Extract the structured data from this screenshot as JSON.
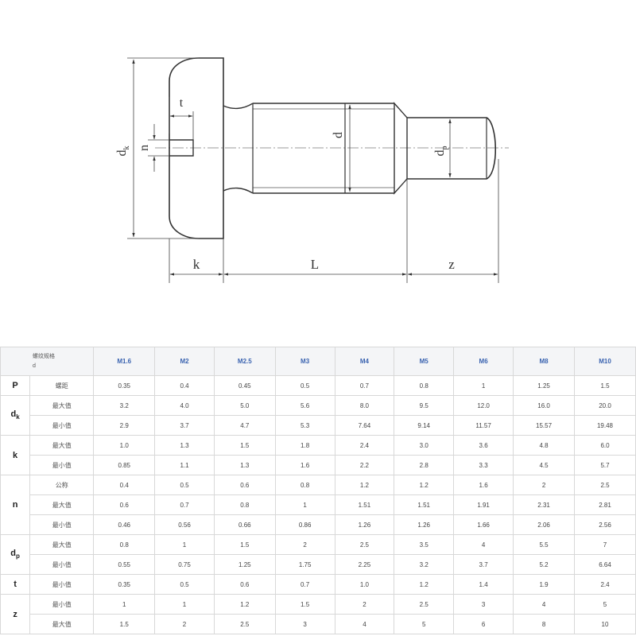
{
  "drawing": {
    "labels": {
      "dk": "d",
      "dk_sub": "k",
      "n": "n",
      "t": "t",
      "d": "d",
      "dp": "d",
      "dp_sub": "p",
      "k": "k",
      "L": "L",
      "z": "z"
    }
  },
  "table": {
    "header": {
      "line1": "螺纹规格",
      "line2": "d",
      "sizes": [
        "M1.6",
        "M2",
        "M2.5",
        "M3",
        "M4",
        "M5",
        "M6",
        "M8",
        "M10"
      ]
    },
    "groups": [
      {
        "param": "P",
        "param_sub": "",
        "rows": [
          {
            "label": "螺距",
            "values": [
              "0.35",
              "0.4",
              "0.45",
              "0.5",
              "0.7",
              "0.8",
              "1",
              "1.25",
              "1.5"
            ]
          }
        ]
      },
      {
        "param": "d",
        "param_sub": "k",
        "rows": [
          {
            "label": "最大值",
            "values": [
              "3.2",
              "4.0",
              "5.0",
              "5.6",
              "8.0",
              "9.5",
              "12.0",
              "16.0",
              "20.0"
            ]
          },
          {
            "label": "最小值",
            "values": [
              "2.9",
              "3.7",
              "4.7",
              "5.3",
              "7.64",
              "9.14",
              "11.57",
              "15.57",
              "19.48"
            ]
          }
        ]
      },
      {
        "param": "k",
        "param_sub": "",
        "rows": [
          {
            "label": "最大值",
            "values": [
              "1.0",
              "1.3",
              "1.5",
              "1.8",
              "2.4",
              "3.0",
              "3.6",
              "4.8",
              "6.0"
            ]
          },
          {
            "label": "最小值",
            "values": [
              "0.85",
              "1.1",
              "1.3",
              "1.6",
              "2.2",
              "2.8",
              "3.3",
              "4.5",
              "5.7"
            ]
          }
        ]
      },
      {
        "param": "n",
        "param_sub": "",
        "rows": [
          {
            "label": "公称",
            "values": [
              "0.4",
              "0.5",
              "0.6",
              "0.8",
              "1.2",
              "1.2",
              "1.6",
              "2",
              "2.5"
            ]
          },
          {
            "label": "最大值",
            "values": [
              "0.6",
              "0.7",
              "0.8",
              "1",
              "1.51",
              "1.51",
              "1.91",
              "2.31",
              "2.81"
            ]
          },
          {
            "label": "最小值",
            "values": [
              "0.46",
              "0.56",
              "0.66",
              "0.86",
              "1.26",
              "1.26",
              "1.66",
              "2.06",
              "2.56"
            ]
          }
        ]
      },
      {
        "param": "d",
        "param_sub": "p",
        "rows": [
          {
            "label": "最大值",
            "values": [
              "0.8",
              "1",
              "1.5",
              "2",
              "2.5",
              "3.5",
              "4",
              "5.5",
              "7"
            ]
          },
          {
            "label": "最小值",
            "values": [
              "0.55",
              "0.75",
              "1.25",
              "1.75",
              "2.25",
              "3.2",
              "3.7",
              "5.2",
              "6.64"
            ]
          }
        ]
      },
      {
        "param": "t",
        "param_sub": "",
        "rows": [
          {
            "label": "最小值",
            "values": [
              "0.35",
              "0.5",
              "0.6",
              "0.7",
              "1.0",
              "1.2",
              "1.4",
              "1.9",
              "2.4"
            ]
          }
        ]
      },
      {
        "param": "z",
        "param_sub": "",
        "rows": [
          {
            "label": "最小值",
            "values": [
              "1",
              "1",
              "1.2",
              "1.5",
              "2",
              "2.5",
              "3",
              "4",
              "5"
            ]
          },
          {
            "label": "最大值",
            "values": [
              "1.5",
              "2",
              "2.5",
              "3",
              "4",
              "5",
              "6",
              "8",
              "10"
            ]
          }
        ]
      }
    ]
  }
}
